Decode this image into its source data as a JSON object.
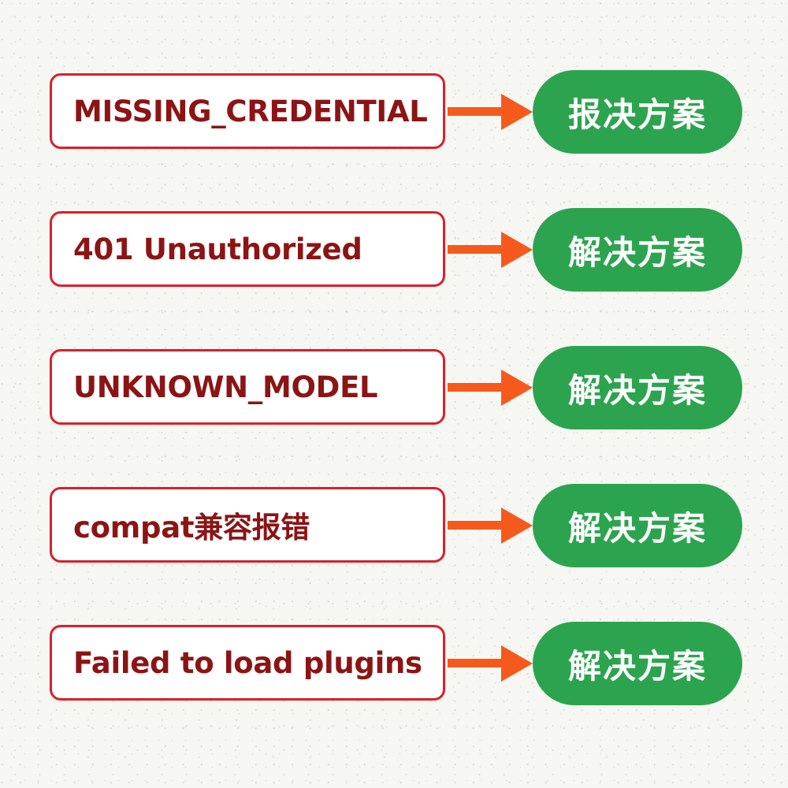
{
  "rows": [
    {
      "error": "MISSING_CREDENTIAL",
      "solution": "报决方案"
    },
    {
      "error": "401 Unauthorized",
      "solution": "解决方案"
    },
    {
      "error": "UNKNOWN_MODEL",
      "solution": "解决方案"
    },
    {
      "error": "compat兼容报错",
      "solution": "解决方案"
    },
    {
      "error": "Failed to load plugins",
      "solution": "解决方案"
    }
  ],
  "colors": {
    "error_border": "#d9202a",
    "error_text": "#8c1414",
    "arrow": "#f55a1c",
    "solution_bg": "#2ca44f",
    "solution_text": "#ffffff"
  }
}
